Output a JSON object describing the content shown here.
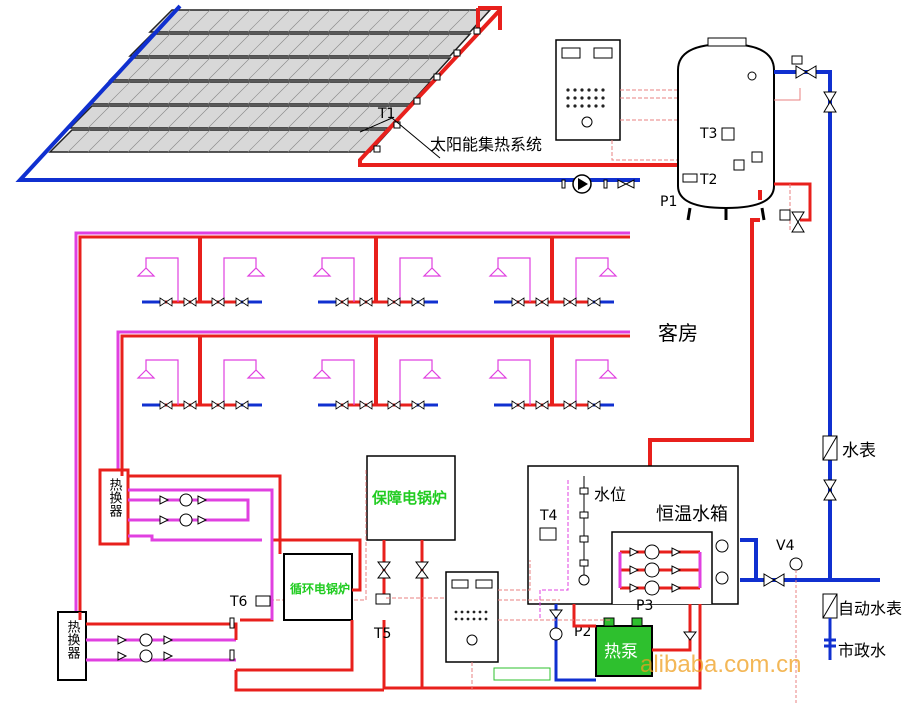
{
  "labels": {
    "solar_system": "太阳能集热系统",
    "t1": "T1",
    "t2": "T2",
    "t3": "T3",
    "t4": "T4",
    "t5": "T5",
    "t6": "T6",
    "p1": "P1",
    "p2": "P2",
    "p3": "P3",
    "v4": "V4",
    "guest_room": "客房",
    "water_meter": "水表",
    "auto_water_meter": "自动水表",
    "municipal_water": "市政水",
    "water_level": "水位",
    "constant_temp_tank": "恒温水箱",
    "backup_boiler": "保障电锅炉",
    "circ_boiler": "循环电锅炉",
    "heat_pump": "热泵",
    "heat_exchanger_upper": "热换器",
    "heat_exchanger_lower": "热换器",
    "watermark": "alibaba.com.cn"
  },
  "colors": {
    "hot_pipe": "#e8201c",
    "cold_pipe": "#1030d0",
    "return_pipe": "#e040e0",
    "signal_line": "#e88080",
    "boiler_text": "#22cc22"
  }
}
